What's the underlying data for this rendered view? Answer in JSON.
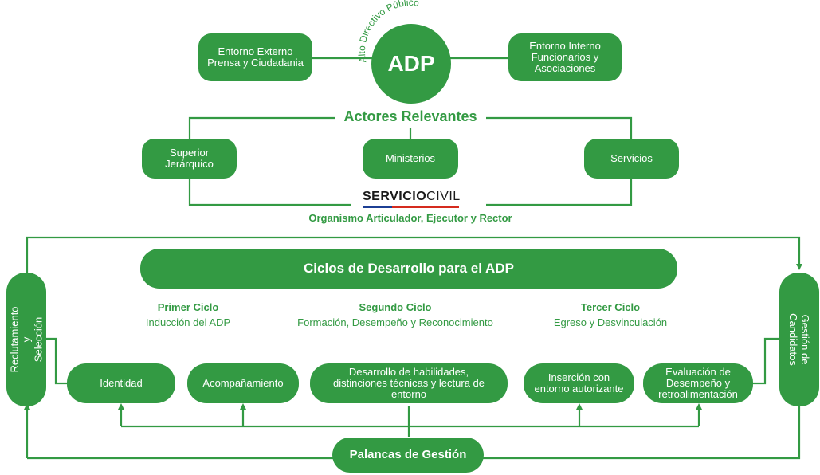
{
  "arc_label": "Alto Directivo Público",
  "center": "ADP",
  "top_left": "Entorno Externo\nPrensa y Ciudadania",
  "top_right": "Entorno Interno\nFuncionarios y\nAsociaciones",
  "actores_title": "Actores Relevantes",
  "actores": {
    "superior": "Superior\nJerárquico",
    "ministerios": "Ministerios",
    "servicios": "Servicios"
  },
  "logo": {
    "bold": "SERVICIO",
    "light": "CIVIL"
  },
  "organismo": "Organismo Articulador, Ejecutor y Rector",
  "ciclos_title": "Ciclos de Desarrollo para el ADP",
  "cycles": [
    {
      "title": "Primer Ciclo",
      "desc": "Inducción del ADP"
    },
    {
      "title": "Segundo Ciclo",
      "desc": "Formación, Desempeño y Reconocimiento"
    },
    {
      "title": "Tercer Ciclo",
      "desc": "Egreso y Desvinculación"
    }
  ],
  "left_vertical": "Reclutamiento y\nSelección",
  "right_vertical": "Gestión de\nCandidatos",
  "bottom_items": [
    "Identidad",
    "Acompañamiento",
    "Desarrollo de habilidades,\ndistinciones técnicas y lectura de\nentorno",
    "Inserción con\nentorno autorizante",
    "Evaluación de\nDesempeño y\nretroalimentación"
  ],
  "palancas": "Palancas de Gestión",
  "colors": {
    "green": "#339a43",
    "flag_blue": "#1c3f94",
    "flag_red": "#d52b1e"
  }
}
